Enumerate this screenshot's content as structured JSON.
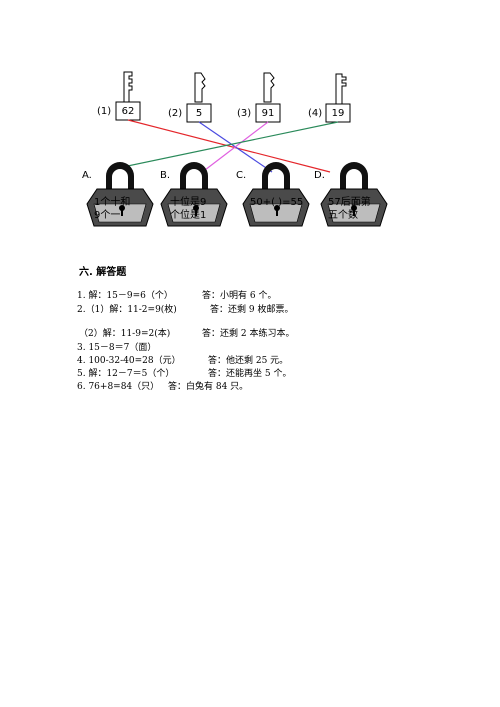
{
  "keys": [
    {
      "label": "(1)",
      "number": "62"
    },
    {
      "label": "(2)",
      "number": "5"
    },
    {
      "label": "(3)",
      "number": "91"
    },
    {
      "label": "(4)",
      "number": "19"
    }
  ],
  "locks": [
    {
      "letter": "A.",
      "line1": "1个十和",
      "line2": "9个一"
    },
    {
      "letter": "B.",
      "line1": "十位是9",
      "line2": "个位是1"
    },
    {
      "letter": "C.",
      "line1": "50+(  )=55",
      "line2": ""
    },
    {
      "letter": "D.",
      "line1": "57后面第",
      "line2": "五个数"
    }
  ],
  "connections": [
    {
      "color": "#e4262b"
    },
    {
      "color": "#4b4be0"
    },
    {
      "color": "#e060e0"
    },
    {
      "color": "#2a8a5a"
    }
  ],
  "section": {
    "title": "六. 解答题"
  },
  "answers": [
    {
      "work": "1. 解：15－9=6（个）",
      "reply": "答：小明有 6 个。"
    },
    {
      "work": "2.（1）解：11-2=9(枚)",
      "reply": "答：还剩 9 枚邮票。"
    },
    {
      "work": "（2）解：11-9=2(本)",
      "reply": "答：还剩 2 本练习本。"
    },
    {
      "work": "3. 15－8＝7（面）",
      "reply": ""
    },
    {
      "work": "4. 100-32-40=28（元）",
      "reply": "答：他还剩 25 元。"
    },
    {
      "work": "5. 解：12－7＝5（个）",
      "reply": "答：还能再坐 5 个。"
    },
    {
      "work": "6. 76+8=84（只）",
      "reply": "答：白兔有 84 只。"
    }
  ]
}
